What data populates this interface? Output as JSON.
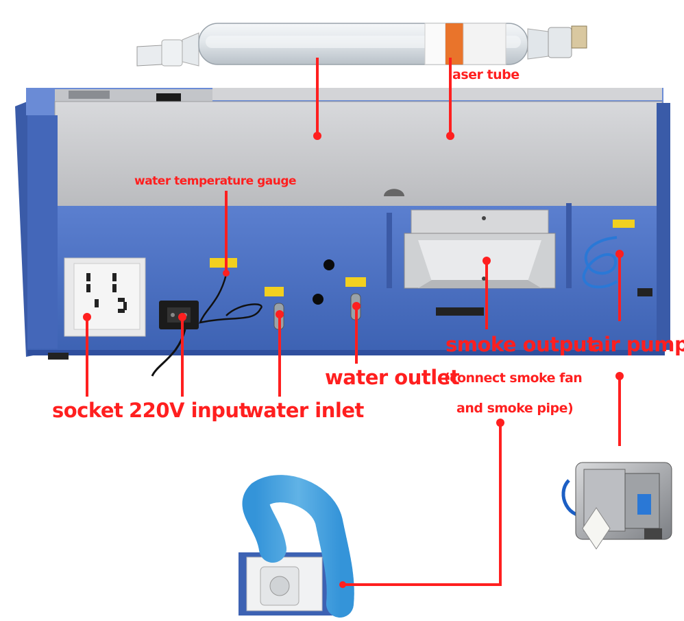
{
  "labels": {
    "laser_tube": "laser tube",
    "water_temperature_gauge": "water temperature gauge",
    "socket": "socket",
    "input_220v": "220V input",
    "water_inlet": "water inlet",
    "water_outlet": "water outlet",
    "smoke_output": "smoke output",
    "smoke_note_line1": "(connect smoke fan",
    "smoke_note_line2": "and smoke pipe)",
    "air_pump": "air pump"
  },
  "colors": {
    "annotation": "#ff1f1f",
    "machine_blue": "#4a6fc2",
    "machine_blue_dark": "#2f4f9e",
    "lid_gray": "#c8c9cc",
    "hose_blue": "#5ab8ef"
  }
}
